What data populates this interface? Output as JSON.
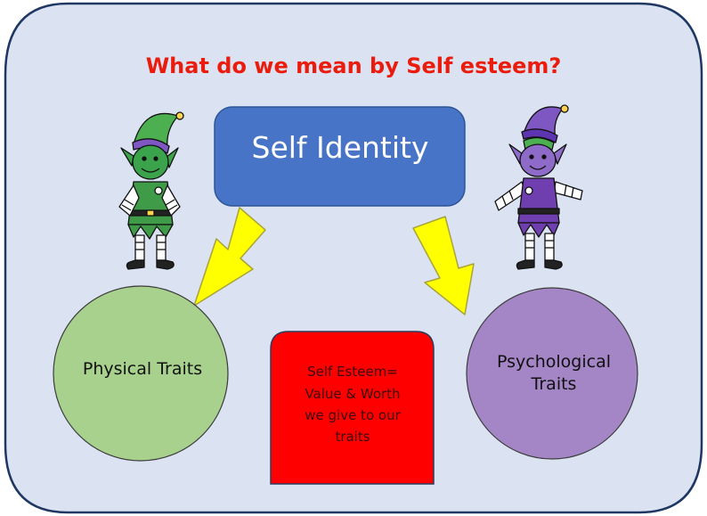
{
  "slide": {
    "title": "What do we mean by Self esteem?",
    "center_box": "Self Identity",
    "left_circle": "Physical Traits",
    "right_circle": "Psychological\nTraits",
    "bottom_box": "Self Esteem=\nValue & Worth\nwe give to our\ntraits"
  },
  "colors": {
    "background": "#dbe3f3",
    "border": "#1f3763",
    "title": "#ea1c0d",
    "center_box_fill": "#4774c6",
    "left_circle_fill": "#a9d18e",
    "right_circle_fill": "#a485c6",
    "bottom_box_fill": "#fe0000",
    "arrow_fill": "#ffff00",
    "arrow_outline": "#b8b23a"
  },
  "icons": [
    "green-elf-icon",
    "purple-elf-icon"
  ]
}
